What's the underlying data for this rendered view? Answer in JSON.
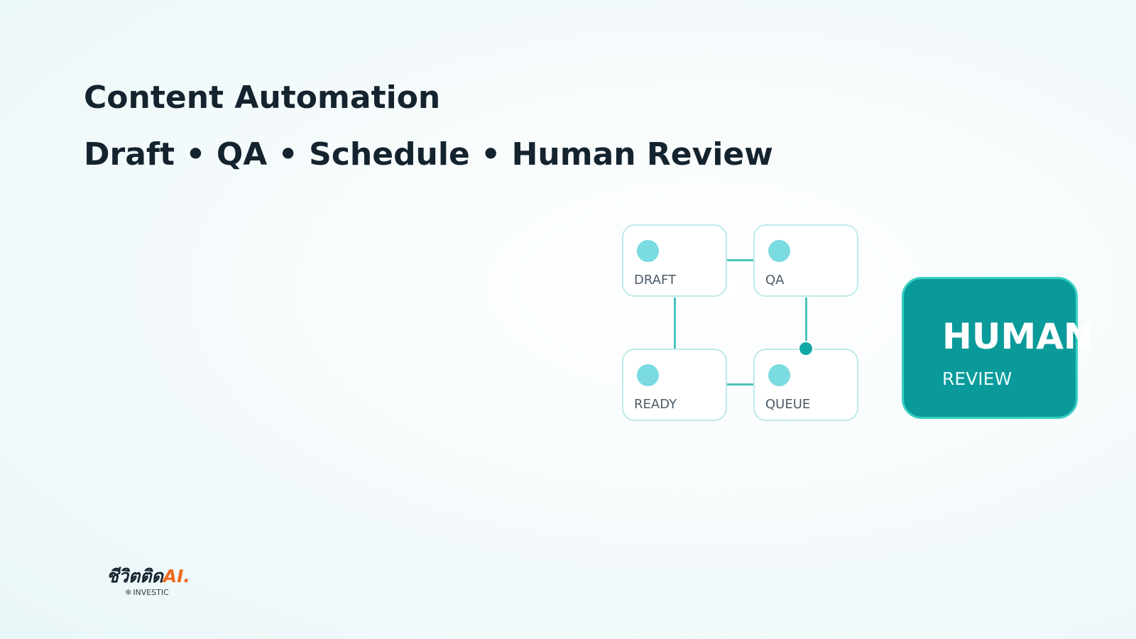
{
  "header": {
    "title": "Content Automation",
    "subtitle_items": [
      "Draft",
      "QA",
      "Schedule",
      "Human Review"
    ],
    "separator": "•"
  },
  "diagram": {
    "nodes": [
      {
        "id": "draft",
        "label": "DRAFT"
      },
      {
        "id": "qa",
        "label": "QA"
      },
      {
        "id": "ready",
        "label": "READY"
      },
      {
        "id": "queue",
        "label": "QUEUE"
      }
    ],
    "human_card": {
      "title": "HUMAN",
      "subtitle": "REVIEW"
    }
  },
  "logo": {
    "thai_text": "ชีวิตติด",
    "ai_text": "AI.",
    "sub_text": "INVESTIC",
    "sub_icon": "investic-mark-icon"
  },
  "colors": {
    "accent": "#0b9a9a",
    "node_dot": "#7adbe0",
    "connector": "#4cc3b9",
    "logo_accent": "#f06a1e",
    "text_dark": "#14232e"
  }
}
